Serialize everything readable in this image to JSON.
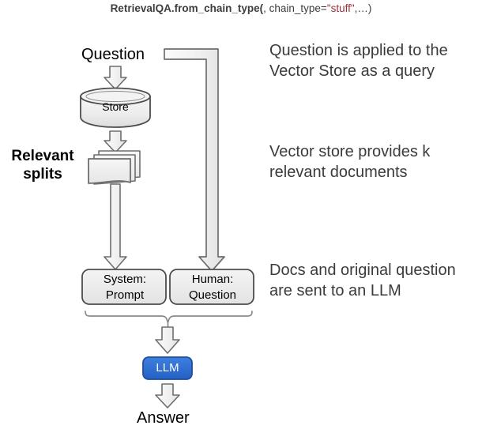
{
  "title": {
    "prefix": "RetrievalQA.from_chain_type(",
    "middle": ", chain_type=",
    "string": "\"stuff\"",
    "suffix": ",…)"
  },
  "nodes": {
    "question_label": "Question",
    "store_label": "Store",
    "relevant_splits_label": "Relevant splits",
    "system_prompt_label": "System: Prompt",
    "human_question_label": "Human: Question",
    "llm_label": "LLM",
    "answer_label": "Answer"
  },
  "annotations": [
    {
      "id": "note-1",
      "text": "Question is applied to the Vector Store as a query"
    },
    {
      "id": "note-2",
      "text": "Vector store provides k relevant documents"
    },
    {
      "id": "note-3",
      "text": "Docs and original question are sent to an LLM"
    }
  ],
  "icons": {
    "cylinder": "database-cylinder-icon",
    "documents": "document-stack-icon",
    "arrow_down": "arrow-down-icon",
    "arrow_elbow": "elbow-arrow-icon",
    "brace": "curly-brace-icon"
  },
  "colors": {
    "llm_fill": "#2a6fd6",
    "llm_stroke": "#1f4f9c",
    "shape_fill": "#ececec",
    "shape_stroke": "#4d4d4d",
    "arrow_fill": "#f2f2f2",
    "arrow_stroke": "#6e6e6e",
    "annotation_text": "#3b3b3b",
    "code_string": "#9e2f3e",
    "code_text": "#3d3d3d",
    "background": "#ffffff"
  }
}
